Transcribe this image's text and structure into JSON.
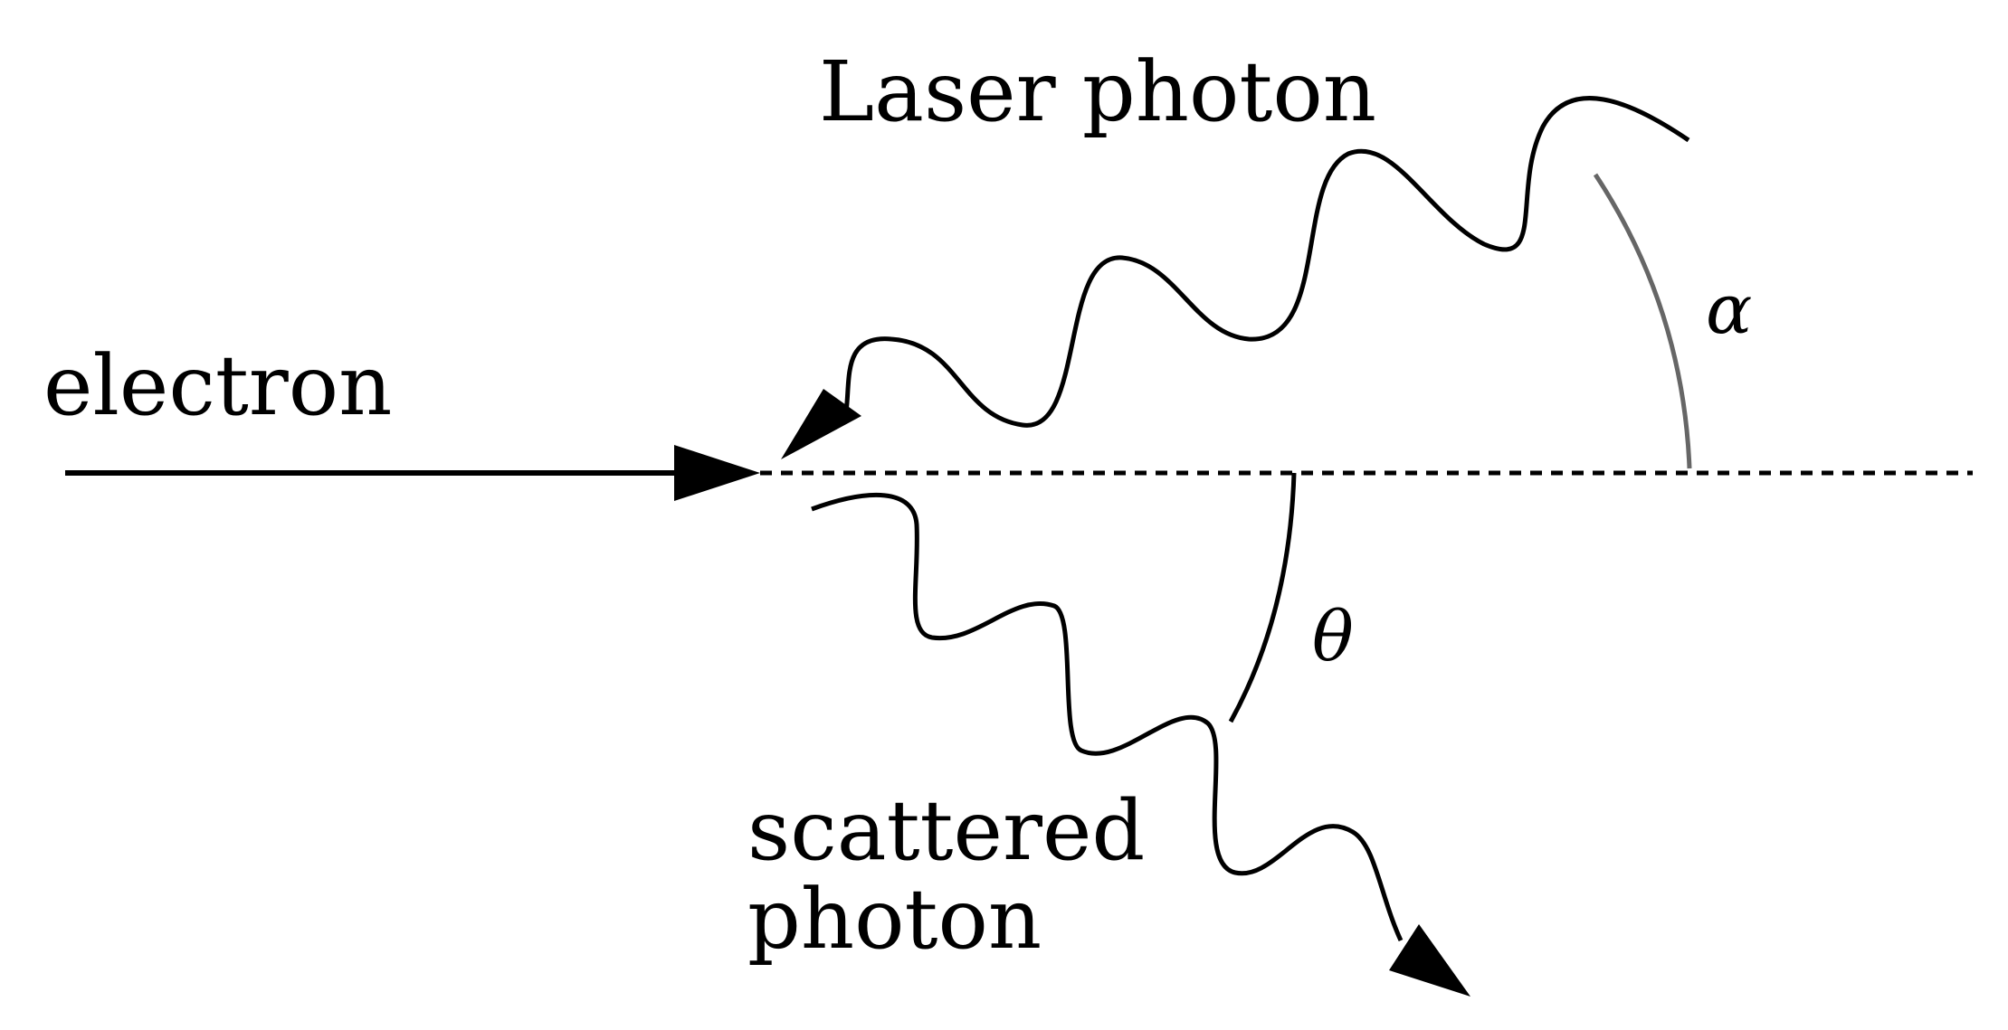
{
  "labels": {
    "laser_photon": "Laser photon",
    "electron": "electron",
    "scattered_line1": "scattered",
    "scattered_line2": "photon",
    "alpha": "α",
    "theta": "θ"
  },
  "colors": {
    "stroke": "#000000",
    "angle_arc_alpha": "#666666",
    "background": "#ffffff"
  }
}
